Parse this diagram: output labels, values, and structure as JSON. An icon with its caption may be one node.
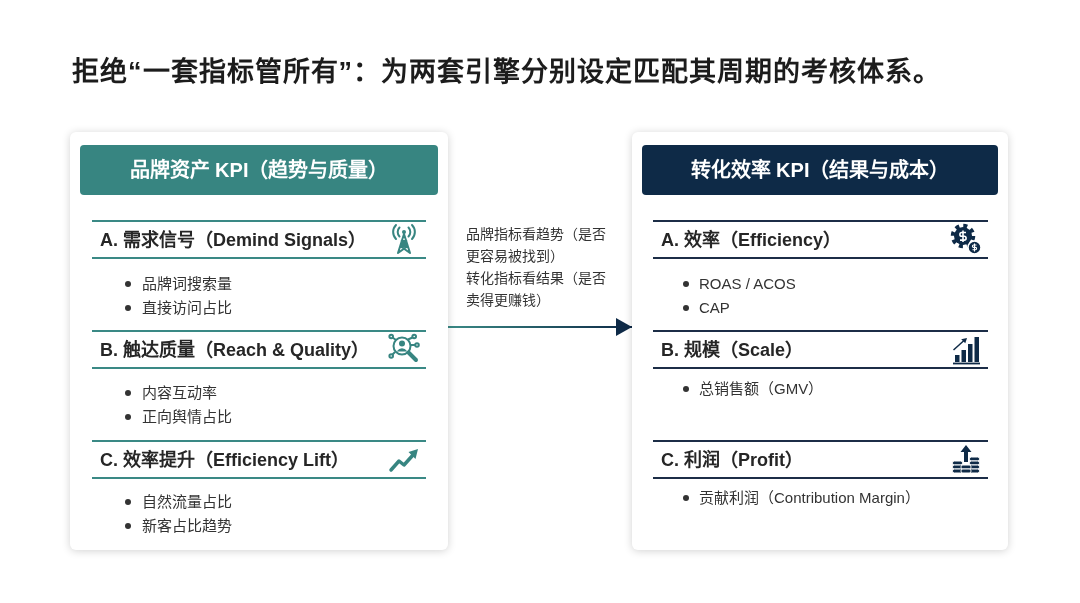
{
  "diagram": {
    "title": "拒绝“一套指标管所有”：为两套引擎分别设定匹配其周期的考核体系。",
    "nodes": [
      {
        "text": [
          "品牌资产 KPI（趋势与质量）"
        ]
      },
      {
        "text": [
          "A. 需求信号（Demind Signals）",
          "品牌词搜索量",
          "直接访问占比"
        ],
        "in": 0
      },
      {
        "text": [
          "B. 触达质量（Reach & Quality）",
          "内容互动率",
          "正向舆情占比"
        ],
        "in": 0
      },
      {
        "text": [
          "C. 效率提升（Efficiency Lift）",
          "自然流量占比",
          "新客占比趋势"
        ],
        "in": 0
      },
      {
        "text": [
          "转化效率 KPI（结果与成本）"
        ]
      },
      {
        "text": [
          "A. 效率（Efficiency）",
          "ROAS / ACOS",
          "CAP"
        ],
        "in": 4
      },
      {
        "text": [
          "B. 规模（Scale）",
          "总销售额（GMV）"
        ],
        "in": 4
      },
      {
        "text": [
          "C. 利润（Profit）",
          "贡献利润（Contribution Margin）"
        ],
        "in": 4
      }
    ],
    "edges": [
      {
        "from": 0,
        "to": 4,
        "arrow": "to"
      }
    ],
    "labels": [
      "品牌指标看趋势（是否更容易被找到）",
      "转化指标看结果（是否卖得更赚钱）"
    ]
  }
}
